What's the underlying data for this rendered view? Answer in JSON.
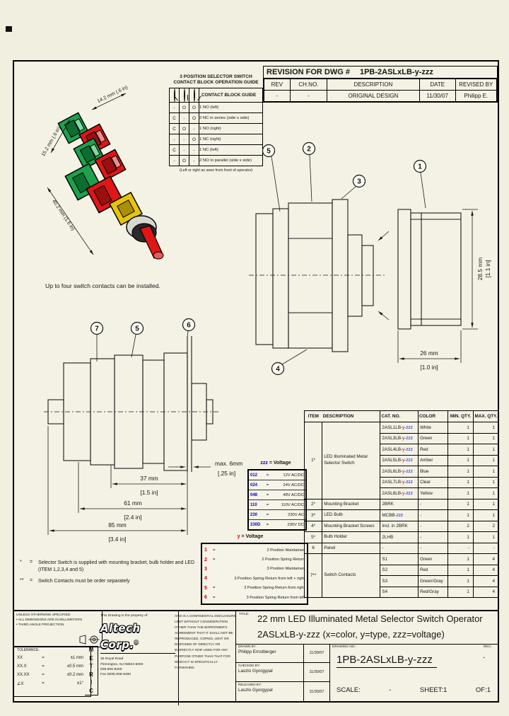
{
  "glyphs": {
    "eq": "=",
    "bullet": "•"
  },
  "revision": {
    "title": "REVISION FOR DWG #",
    "dwg": "1PB-2ASLxLB-y-zzz",
    "headers": [
      "REV",
      "CH.NO.",
      "DESCRIPTION",
      "DATE",
      "REVISED BY"
    ],
    "row": [
      "-",
      "-",
      "ORIGINAL DESIGN",
      "11/30/07",
      "Philipp E."
    ]
  },
  "contact_guide": {
    "title1": "3 POSITION SELECTOR SWITCH",
    "title2": "CONTACT BLOCK OPERATION GUIDE",
    "header": "CONTACT BLOCK GUIDE",
    "rows": [
      {
        "states": [
          "-",
          "O",
          "O"
        ],
        "desc": "1 NO (left)"
      },
      {
        "states": [
          "C",
          "-",
          "O"
        ],
        "desc": "2 NC in series (side x side)"
      },
      {
        "states": [
          "C",
          "O",
          "-"
        ],
        "desc": "1 NO (right)"
      },
      {
        "states": [
          "-",
          "-",
          "O"
        ],
        "desc": "1 NC (right)"
      },
      {
        "states": [
          "C",
          "-",
          "-"
        ],
        "desc": "1 NC (left)"
      },
      {
        "states": [
          "-",
          "O",
          "-"
        ],
        "desc": "2 NO in parallel (side x side)"
      }
    ],
    "note": "(Left or right as seen from front of operator)"
  },
  "iso": {
    "caption": "Up to four switch contacts can be installed.",
    "dim_top": "14.2 mm (.6 in)",
    "dim_left": "15.2 mm (.6 in)",
    "dim_edge": "40.2 mm (1.6 in)"
  },
  "callouts": {
    "c1": "1",
    "c2": "2",
    "c3": "3",
    "c4": "4",
    "c5": "5",
    "c6": "6",
    "c7": "7"
  },
  "dims": {
    "h285_mm": "28.5 mm",
    "h285_in": "[1.1 in]",
    "w26_mm": "26 mm",
    "w26_in": "[1.0 in]",
    "max6_mm": "max. 6mm",
    "max6_in": "[.25 in]",
    "d37_mm": "37 mm",
    "d37_in": "[1.5 in]",
    "d61_mm": "61 mm",
    "d61_in": "[2.4 in]",
    "d85_mm": "85 mm",
    "d85_in": "[3.4 in]"
  },
  "zzz_table": {
    "title_code": "zzz",
    "title_rest": " = Voltage",
    "rows": [
      {
        "code": "012",
        "value": "12V AC/DC"
      },
      {
        "code": "024",
        "value": "24V AC/DC"
      },
      {
        "code": "048",
        "value": "48V AC/DC"
      },
      {
        "code": "110",
        "value": "110V AC/DC"
      },
      {
        "code": "230",
        "value": "230V AC"
      },
      {
        "code": "230D",
        "value": "230V DC"
      }
    ]
  },
  "y_table": {
    "title_code": "y",
    "title_rest": " = Voltage",
    "rows": [
      {
        "code": "1",
        "eq": true,
        "value": "2 Position Maintained"
      },
      {
        "code": "2",
        "eq": true,
        "value": "2 Position Spring Return"
      },
      {
        "code": "3",
        "eq": false,
        "value": "3 Position Maintained"
      },
      {
        "code": "4",
        "eq": false,
        "value": "3 Position Spring Return from left + right"
      },
      {
        "code": "5",
        "eq": true,
        "value": "3 Position Spring Return from right"
      },
      {
        "code": "6",
        "eq": true,
        "value": "3 Position Spring Return from left"
      }
    ]
  },
  "items": {
    "headers": [
      "ITEM",
      "DESCRIPTION",
      "CAT. NO.",
      "COLOR",
      "MIN. QTY.",
      "MAX. QTY."
    ],
    "groups": [
      {
        "item": "1*",
        "desc": "LED Illuminated Metal Selector Switch",
        "rows": [
          {
            "cat": [
              [
                "2ASL1LB-",
                "k"
              ],
              [
                "y",
                "r"
              ],
              [
                "-",
                "k"
              ],
              [
                "zzz",
                "b"
              ]
            ],
            "color": "White",
            "min": "1",
            "max": "1"
          },
          {
            "cat": [
              [
                "2ASL3LB-",
                "k"
              ],
              [
                "y",
                "r"
              ],
              [
                "-",
                "k"
              ],
              [
                "zzz",
                "b"
              ]
            ],
            "color": "Green",
            "min": "1",
            "max": "1"
          },
          {
            "cat": [
              [
                "2ASL4LB-",
                "k"
              ],
              [
                "y",
                "r"
              ],
              [
                "-",
                "k"
              ],
              [
                "zzz",
                "b"
              ]
            ],
            "color": "Red",
            "min": "1",
            "max": "1"
          },
          {
            "cat": [
              [
                "2ASL5LB-",
                "k"
              ],
              [
                "y",
                "r"
              ],
              [
                "-",
                "k"
              ],
              [
                "zzz",
                "b"
              ]
            ],
            "color": "Amber",
            "min": "1",
            "max": "1"
          },
          {
            "cat": [
              [
                "2ASL6LB-",
                "k"
              ],
              [
                "y",
                "r"
              ],
              [
                "-",
                "k"
              ],
              [
                "zzz",
                "b"
              ]
            ],
            "color": "Blue",
            "min": "1",
            "max": "1"
          },
          {
            "cat": [
              [
                "2ASL7LB-",
                "k"
              ],
              [
                "y",
                "r"
              ],
              [
                "-",
                "k"
              ],
              [
                "zzz",
                "b"
              ]
            ],
            "color": "Clear",
            "min": "1",
            "max": "1"
          },
          {
            "cat": [
              [
                "2ASL8LB-",
                "k"
              ],
              [
                "y",
                "r"
              ],
              [
                "-",
                "k"
              ],
              [
                "zzz",
                "b"
              ]
            ],
            "color": "Yellow",
            "min": "1",
            "max": "1"
          }
        ]
      },
      {
        "item": "2*",
        "desc": "Mounting Bracket",
        "rows": [
          {
            "cat": [
              [
                "2BRK",
                "k"
              ]
            ],
            "color": "-",
            "min": "1",
            "max": "1"
          }
        ]
      },
      {
        "item": "3*",
        "desc": "LED Bulb",
        "rows": [
          {
            "cat": [
              [
                "MCBB-",
                "k"
              ],
              [
                "zzz",
                "b"
              ]
            ],
            "color": "-",
            "min": "1",
            "max": "1"
          }
        ]
      },
      {
        "item": "4*",
        "desc": "Mounting Bracket Screws",
        "rows": [
          {
            "cat": [
              [
                "Incl. in 2BRK",
                "k"
              ]
            ],
            "color": "-",
            "min": "2",
            "max": "2"
          }
        ]
      },
      {
        "item": "5*",
        "desc": "Bulb Holder",
        "rows": [
          {
            "cat": [
              [
                "2LHB",
                "k"
              ]
            ],
            "color": "-",
            "min": "1",
            "max": "1"
          }
        ]
      },
      {
        "item": "6",
        "desc": "Panel",
        "rows": [
          {
            "cat": [
              [
                "-",
                "k"
              ]
            ],
            "color": "-",
            "min": "-",
            "max": "-"
          }
        ]
      },
      {
        "item": "7**",
        "desc": "Switch Contacts",
        "rows": [
          {
            "cat": [
              [
                "S1",
                "k"
              ]
            ],
            "color": "Green",
            "min": "1",
            "max": "4"
          },
          {
            "cat": [
              [
                "S2",
                "k"
              ]
            ],
            "color": "Red",
            "min": "1",
            "max": "4"
          },
          {
            "cat": [
              [
                "S3",
                "k"
              ]
            ],
            "color": "Green/Gray",
            "min": "1",
            "max": "4"
          },
          {
            "cat": [
              [
                "S4",
                "k"
              ]
            ],
            "color": "Red/Gray",
            "min": "1",
            "max": "4"
          }
        ]
      }
    ]
  },
  "footnotes": {
    "f1_sym": "*",
    "f1_text": "Selector Switch is supplied with mounting bracket, bulb holder and LED (ITEM 1,2,3,4 and 5)",
    "f2_sym": "**",
    "f2_text": "Switch Contacts must be order separately"
  },
  "title_block": {
    "notes_title": "UNLESS OTHERWISE SPECIFIED:",
    "note1": "ALL DIMENSIONS ARE IN MILLIMETERS",
    "note2": "THIRD ANGLE PROJECTION",
    "tolerance_label": "TOLERANCE:",
    "tol_rows": [
      [
        "XX",
        "±1 mm"
      ],
      [
        "XX.X",
        "±0.5 mm"
      ],
      [
        "XX.XX",
        "±0.2 mm"
      ],
      [
        "∠X",
        "±1°"
      ]
    ],
    "metric": "METRIC",
    "property_of": "This Drawing is the property of:",
    "company": "Altech Corp.",
    "reg": "®",
    "addr1": "35 Royal Road",
    "addr2": "Flemington, NJ 08822-6000",
    "addr3": "908-806-9400",
    "addr4": "Fax (908) 806-9490",
    "confidential": "AND IS A CONFIDENTIAL DISCLOSURE LENT WITHOUT CONSIDERATION OTHER THAN THE BORROWER'S AGREEMENT THAT IT SHALL NOT BE REPRODUCED, COPIED, LENT OR DISPOSED OF DIRECTLY OR INDIRECTLY NOR USED FOR ANY PURPOSE OTHER THAN THAT FOR WHICH IT IS SPECIFICALLY FURNISHED.",
    "title_label": "TITLE:",
    "title1": "22 mm LED Illuminated Metal Selector Switch Operator",
    "title2": "2ASLxLB-y-zzz (x=color, y=type, zzz=voltage)",
    "drawn_label": "DRAWN BY:",
    "drawn_name": "Philipp Ernstberger",
    "drawn_date": "11/30/07",
    "checked_label": "CHECKED BY:",
    "checked_name": "Laszlo Gyorgypal",
    "checked_date": "11/30/07",
    "released_label": "RELEASED BY:",
    "released_name": "Laszlo Gyorgypal",
    "released_date": "11/30/07",
    "dwgno_label": "DRAWING NO.:",
    "dwgno": "1PB-2ASLxLB-y-zzz",
    "rev_label": "REV.:",
    "rev_value": "-",
    "scale_label": "SCALE:",
    "scale_value": "-",
    "sheet": "SHEET:1",
    "of": "OF:1"
  }
}
